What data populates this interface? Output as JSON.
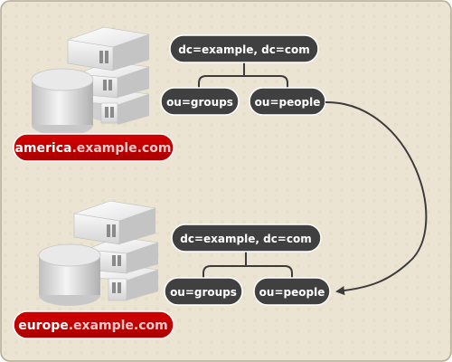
{
  "colors": {
    "background": "#ebe4d2",
    "border": "#b3aa93",
    "node_fill": "#404040",
    "node_stroke": "#ffffff",
    "connector": "#3b3b3b",
    "host_label_fill": "#c00000",
    "icons": [
      "server-icon",
      "database-icon"
    ]
  },
  "sites": {
    "top": {
      "host_prefix": "america",
      "host_suffix": ".example.com",
      "root": "dc=example, dc=com",
      "groups": "ou=groups",
      "people": "ou=people"
    },
    "bottom": {
      "host_prefix": "europe",
      "host_suffix": ".example.com",
      "root": "dc=example, dc=com",
      "groups": "ou=groups",
      "people": "ou=people"
    }
  }
}
